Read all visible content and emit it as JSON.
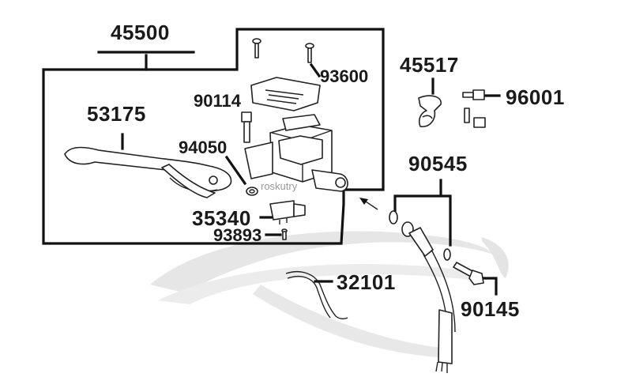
{
  "diagram": {
    "watermark": "roskutry",
    "colors": {
      "line": "#111111",
      "watermark": "#e4e4e4"
    },
    "part_numbers": {
      "p45500": "45500",
      "p45517": "45517",
      "p96001": "96001",
      "p53175": "53175",
      "p90114": "90114",
      "p93600": "93600",
      "p94050": "94050",
      "p90545": "90545",
      "p35340": "35340",
      "p93893": "93893",
      "p32101": "32101",
      "p90145": "90145"
    }
  }
}
